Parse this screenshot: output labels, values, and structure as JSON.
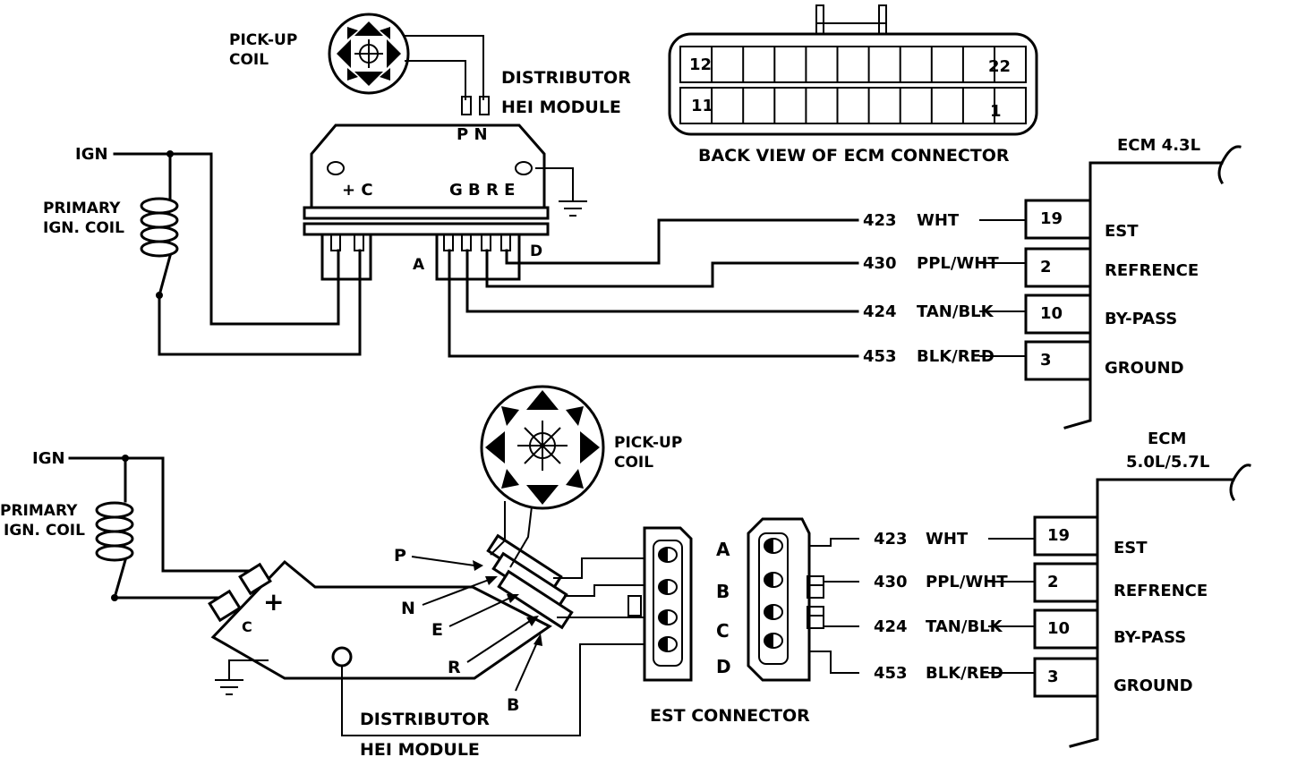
{
  "top": {
    "pickup_label_1": "PICK-UP",
    "pickup_label_2": "COIL",
    "distributor_label": "DISTRIBUTOR",
    "module_label": "HEI MODULE",
    "pn_label": "P N",
    "plus_c_label": "+ C",
    "gbre_label": "G B R E",
    "ign_label": "IGN",
    "primary_label_1": "PRIMARY",
    "primary_label_2": "IGN. COIL",
    "pin_a_label": "A",
    "pin_d_label": "D",
    "ecm_label": "ECM 4.3L"
  },
  "connector_view": {
    "caption": "BACK VIEW OF ECM CONNECTOR",
    "pin_12": "12",
    "pin_22": "22",
    "pin_11": "11",
    "pin_1": "1"
  },
  "bottom": {
    "ign_label": "IGN",
    "primary_label_1": "PRIMARY",
    "primary_label_2": "IGN. COIL",
    "pickup_label_1": "PICK-UP",
    "pickup_label_2": "COIL",
    "plus_label": "+",
    "c_label": "C",
    "p_label": "P",
    "n_label": "N",
    "e_label": "E",
    "r_label": "R",
    "b_label": "B",
    "distributor_label": "DISTRIBUTOR",
    "module_label": "HEI MODULE",
    "est_connector_label": "EST CONNECTOR",
    "est_a": "A",
    "est_b": "B",
    "est_c": "C",
    "est_d": "D",
    "ecm_label_1": "ECM",
    "ecm_label_2": "5.0L/5.7L"
  },
  "top_wires": [
    {
      "circuit": "423",
      "color": "WHT",
      "pin": "19",
      "function": "EST"
    },
    {
      "circuit": "430",
      "color": "PPL/WHT",
      "pin": "2",
      "function": "REFRENCE"
    },
    {
      "circuit": "424",
      "color": "TAN/BLK",
      "pin": "10",
      "function": "BY-PASS"
    },
    {
      "circuit": "453",
      "color": "BLK/RED",
      "pin": "3",
      "function": "GROUND"
    }
  ],
  "bottom_wires": [
    {
      "circuit": "423",
      "color": "WHT",
      "pin": "19",
      "function": "EST"
    },
    {
      "circuit": "430",
      "color": "PPL/WHT",
      "pin": "2",
      "function": "REFRENCE"
    },
    {
      "circuit": "424",
      "color": "TAN/BLK",
      "pin": "10",
      "function": "BY-PASS"
    },
    {
      "circuit": "453",
      "color": "BLK/RED",
      "pin": "3",
      "function": "GROUND"
    }
  ]
}
